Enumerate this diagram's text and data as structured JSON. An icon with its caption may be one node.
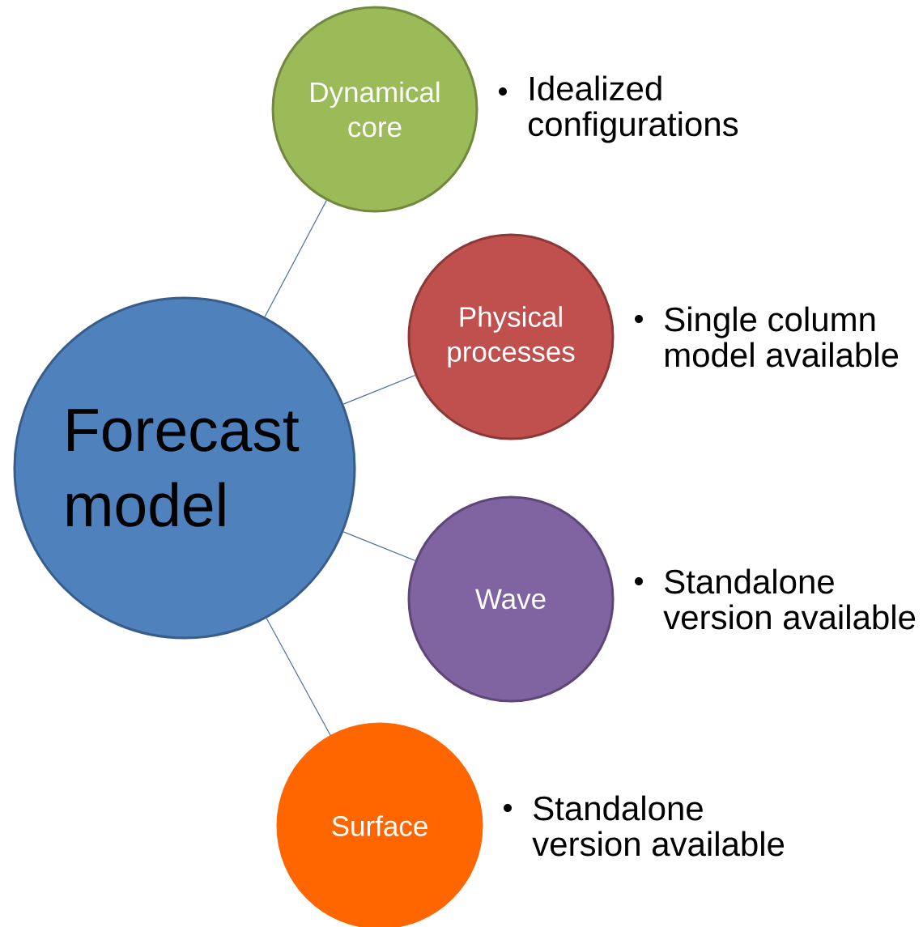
{
  "diagram": {
    "nodes": [
      {
        "text": [
          "Forecast model"
        ]
      },
      {
        "text": [
          "Dynamical core"
        ],
        "beside": [
          "Idealized configurations"
        ]
      },
      {
        "text": [
          "Physical processes"
        ],
        "beside": [
          "Single column model available"
        ]
      },
      {
        "text": [
          "Wave"
        ],
        "beside": [
          "Standalone version available"
        ]
      },
      {
        "text": [
          "Surface"
        ],
        "beside": [
          "Standalone version available"
        ]
      }
    ],
    "edges": [
      {
        "from": 0,
        "to": 1,
        "arrow": "none"
      },
      {
        "from": 0,
        "to": 2,
        "arrow": "none"
      },
      {
        "from": 0,
        "to": 3,
        "arrow": "none"
      },
      {
        "from": 0,
        "to": 4,
        "arrow": "none"
      }
    ]
  }
}
